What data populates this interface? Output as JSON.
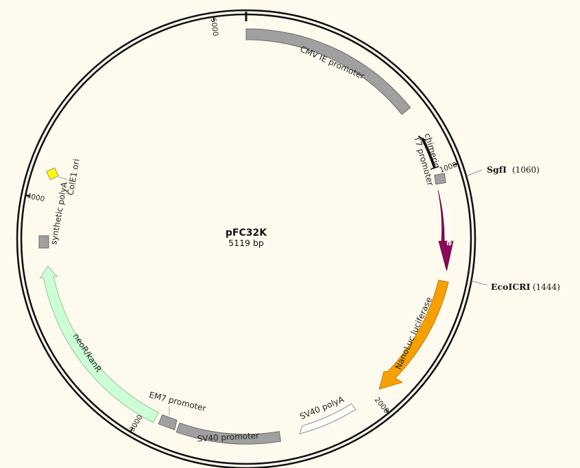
{
  "plasmid": {
    "name": "pFC32K",
    "size_label": "5119 bp",
    "total_bp": 5119
  },
  "ticks": [
    {
      "bp": 1000,
      "label": "1000"
    },
    {
      "bp": 2000,
      "label": "2000"
    },
    {
      "bp": 3000,
      "label": "3000"
    },
    {
      "bp": 4000,
      "label": "4000"
    },
    {
      "bp": 5000,
      "label": "5000"
    }
  ],
  "features": [
    {
      "key": "cmv-ie-promoter",
      "label": "CMV IE promoter",
      "start": 1,
      "end": 800,
      "direction": "none",
      "color": "#a0a0a0"
    },
    {
      "key": "t7-promoter",
      "label": "chimeric T7 promoter",
      "start": 1025,
      "end": 1045,
      "direction": "none",
      "color": "#a0a0a0"
    },
    {
      "key": "barnase",
      "label": "barnase",
      "start": 1080,
      "end": 1420,
      "direction": "forward",
      "color": "#8b0a5a"
    },
    {
      "key": "nanoluc-luciferase",
      "label": "NanoLuc luciferase",
      "start": 1465,
      "end": 1980,
      "direction": "forward",
      "color": "#f5a000"
    },
    {
      "key": "sv40-polya-1",
      "label": "SV40 polyA",
      "start": 2200,
      "end": 2420,
      "direction": "none",
      "color": "#ffffff"
    },
    {
      "key": "sv40-promoter",
      "label": "SV40 promoter",
      "start": 2480,
      "end": 2810,
      "direction": "none",
      "color": "#a0a0a0"
    },
    {
      "key": "em7-promoter",
      "label": "EM7 promoter",
      "start": 2830,
      "end": 2895,
      "direction": "none",
      "color": "#a0a0a0"
    },
    {
      "key": "neor-kanr",
      "label": "neoR/kanR",
      "start": 2905,
      "end": 3700,
      "direction": "reverse",
      "color": "#ccffd5"
    },
    {
      "key": "synthetic-polya",
      "label": "synthetic polyA",
      "start": 3840,
      "end": 3890,
      "direction": "none",
      "color": "#a0a0a0"
    },
    {
      "key": "cole1-ori",
      "label": "ColE1 ori",
      "start": 4185,
      "end": 4205,
      "direction": "none",
      "color": "#ffff00"
    }
  ],
  "sites": [
    {
      "key": "sgfi",
      "name": "SgfI",
      "position": "(1060)",
      "bp": 1060
    },
    {
      "key": "ecoicri",
      "name": "EcoICRI",
      "position": "(1444)",
      "bp": 1444
    }
  ],
  "t7_primer_label": [
    "chimeric",
    "T7 promoter"
  ]
}
